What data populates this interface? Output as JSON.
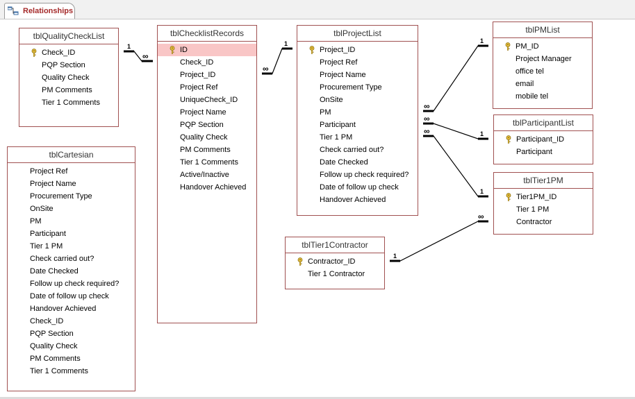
{
  "tab": {
    "label": "Relationships",
    "icon": "relationships-icon"
  },
  "tables": {
    "qualitychecklist": {
      "title": "tblQualityCheckList",
      "fields": [
        "Check_ID",
        "PQP Section",
        "Quality Check",
        "PM Comments",
        "Tier 1 Comments"
      ]
    },
    "cartesian": {
      "title": "tblCartesian",
      "fields": [
        "Project Ref",
        "Project Name",
        "Procurement Type",
        "OnSite",
        "PM",
        "Participant",
        "Tier 1 PM",
        "Check carried out?",
        "Date Checked",
        "Follow up check required?",
        "Date of follow up check",
        "Handover Achieved",
        "Check_ID",
        "PQP Section",
        "Quality Check",
        "PM Comments",
        "Tier 1 Comments"
      ]
    },
    "checklistrecords": {
      "title": "tblChecklistRecords",
      "fields": [
        "ID",
        "Check_ID",
        "Project_ID",
        "Project Ref",
        "UniqueCheck_ID",
        "Project Name",
        "PQP Section",
        "Quality Check",
        "PM Comments",
        "Tier 1 Comments",
        "Active/Inactive",
        "Handover Achieved"
      ]
    },
    "projectlist": {
      "title": "tblProjectList",
      "fields": [
        "Project_ID",
        "Project Ref",
        "Project Name",
        "Procurement Type",
        "OnSite",
        "PM",
        "Participant",
        "Tier 1 PM",
        "Check carried out?",
        "Date Checked",
        "Follow up check required?",
        "Date of follow up check",
        "Handover Achieved"
      ]
    },
    "pmlist": {
      "title": "tblPMList",
      "fields": [
        "PM_ID",
        "Project Manager",
        "office tel",
        "email",
        "mobile tel"
      ]
    },
    "participantlist": {
      "title": "tblParticipantList",
      "fields": [
        "Participant_ID",
        "Participant"
      ]
    },
    "tier1pm": {
      "title": "tblTier1PM",
      "fields": [
        "Tier1PM_ID",
        "Tier 1 PM",
        "Contractor"
      ]
    },
    "tier1contractor": {
      "title": "tblTier1Contractor",
      "fields": [
        "Contractor_ID",
        "Tier 1 Contractor"
      ]
    }
  },
  "relationships": {
    "one_label": "1",
    "many_label": "∞",
    "links": [
      {
        "one": "tblQualityCheckList.Check_ID",
        "many": "tblChecklistRecords.Check_ID"
      },
      {
        "one": "tblProjectList.Project_ID",
        "many": "tblChecklistRecords.Project_ID"
      },
      {
        "one": "tblPMList.PM_ID",
        "many": "tblProjectList.PM"
      },
      {
        "one": "tblParticipantList.Participant_ID",
        "many": "tblProjectList.Participant"
      },
      {
        "one": "tblTier1PM.Tier1PM_ID",
        "many": "tblProjectList.Tier 1 PM"
      },
      {
        "one": "tblTier1Contractor.Contractor_ID",
        "many": "tblTier1PM.Contractor"
      }
    ]
  },
  "colors": {
    "table_border": "#a05050",
    "selected_row": "#f9c6c6",
    "tab_label": "#a52a2a",
    "line": "#000000"
  }
}
